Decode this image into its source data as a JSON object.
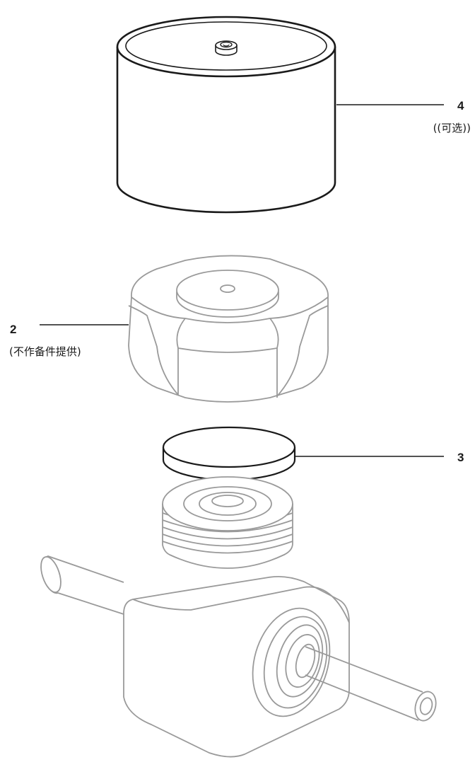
{
  "callouts": {
    "item4": {
      "number": "4",
      "note": "((可选))"
    },
    "item2": {
      "number": "2",
      "note": "(不作备件提供)"
    },
    "item3": {
      "number": "3"
    }
  },
  "colors": {
    "dark_line": "#1a1a1a",
    "gray_line": "#9a9a9a",
    "background": "#ffffff"
  }
}
